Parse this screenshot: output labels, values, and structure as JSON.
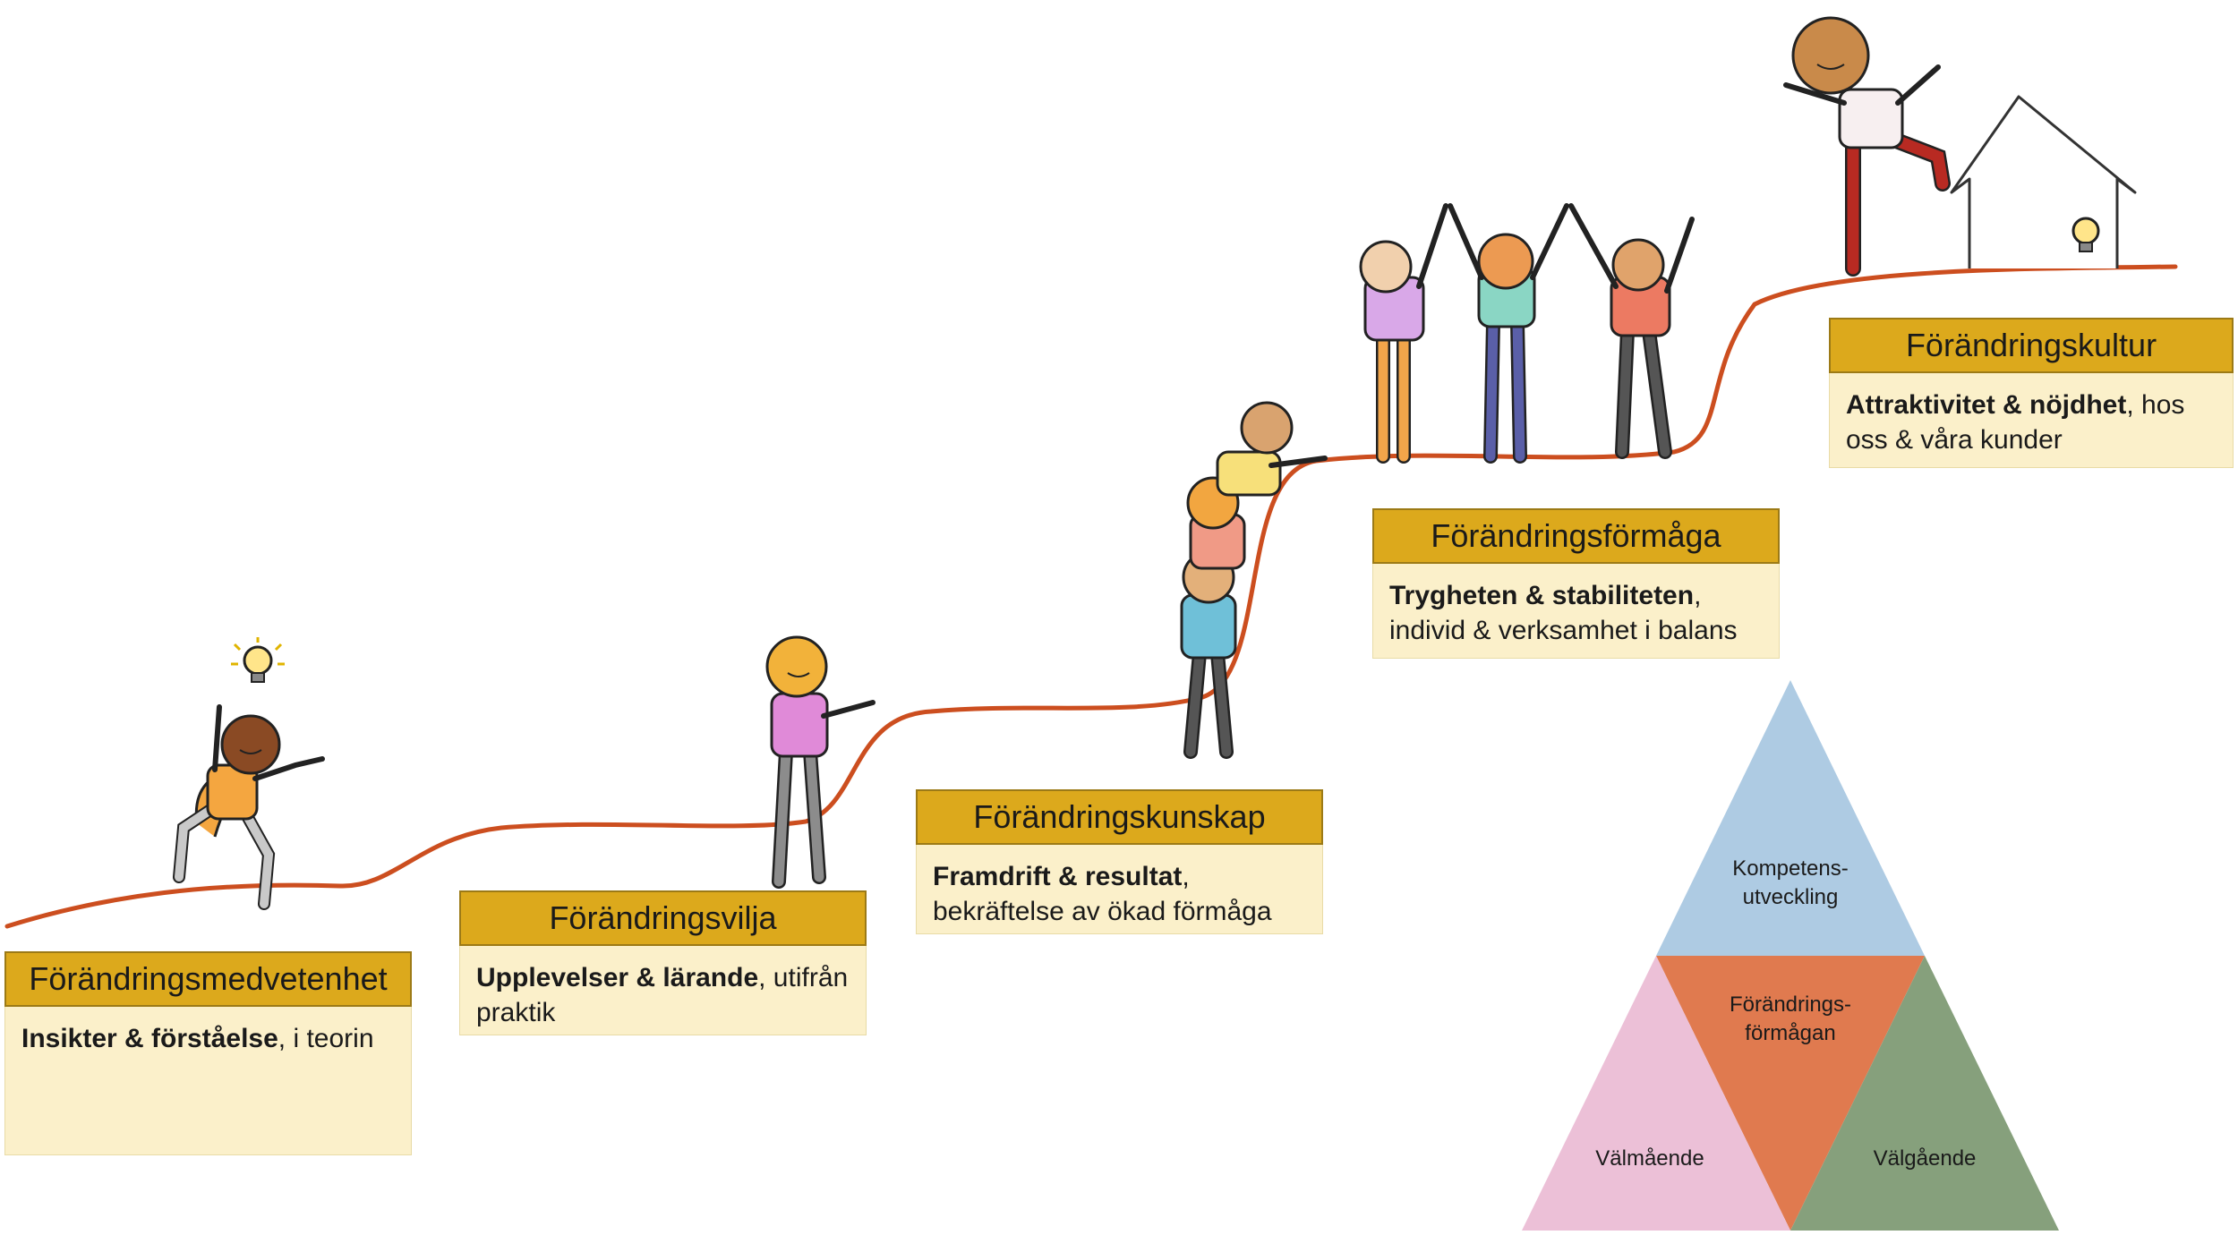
{
  "stages": [
    {
      "title": "Förändringsmedvetenhet",
      "bold": "Insikter & förståelse",
      "rest": ", i teorin"
    },
    {
      "title": "Förändringsvilja",
      "bold": "Upplevelser & lärande",
      "rest": ", utifrån praktik"
    },
    {
      "title": "Förändringskunskap",
      "bold": "Framdrift & resultat",
      "rest": ", bekräftelse av ökad förmåga"
    },
    {
      "title": "Förändringsförmåga",
      "bold": "Trygheten & stabiliteten",
      "rest": ", individ & verksamhet i balans"
    },
    {
      "title": "Förändringskultur",
      "bold": "Attraktivitet & nöjdhet",
      "rest": ", hos oss & våra kunder"
    }
  ],
  "triangle": {
    "top_line1": "Kompetens-",
    "top_line2": "utveckling",
    "center_line1": "Förändrings-",
    "center_line2": "förmågan",
    "left": "Välmående",
    "right": "Välgående"
  },
  "colors": {
    "path": "#cc4e1f",
    "header": "#dca91c",
    "box": "#fbf0ca",
    "tri_top": "#aecbe3",
    "tri_center": "#e07a4f",
    "tri_left": "#ecc0d7",
    "tri_right": "#86a07c"
  },
  "icons": [
    "lightbulb-icon",
    "house-icon"
  ]
}
